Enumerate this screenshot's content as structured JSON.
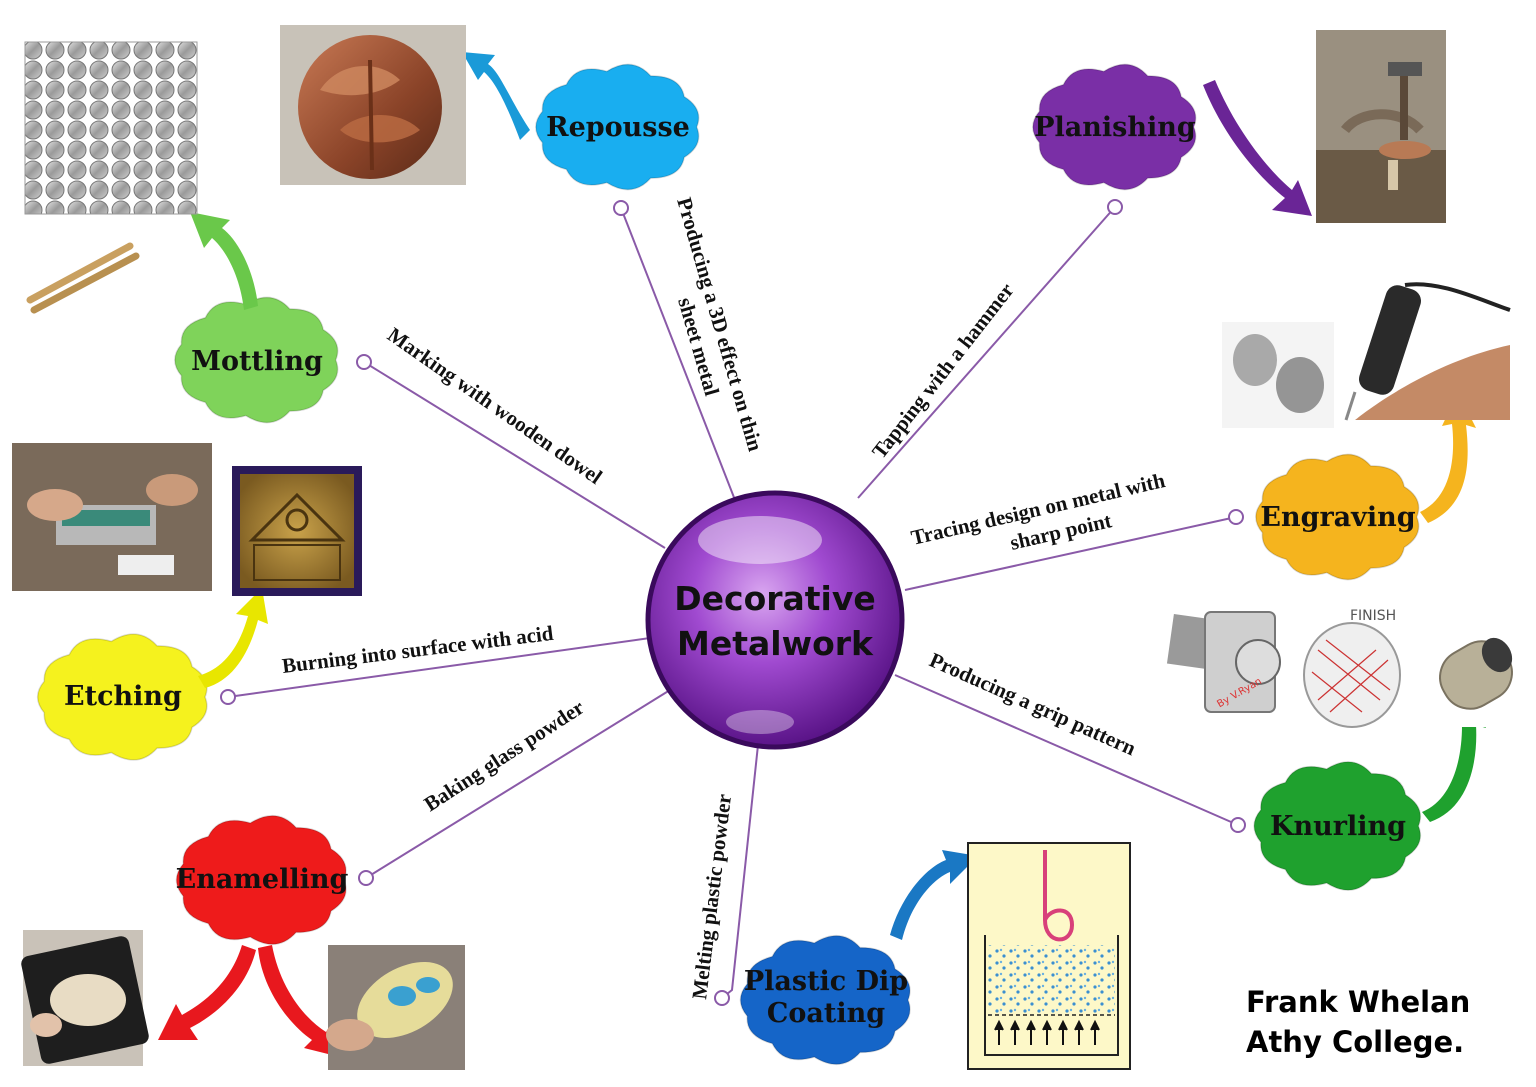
{
  "hub": {
    "line1": "Decorative",
    "line2": "Metalwork",
    "color": "#9b30c8"
  },
  "branches": [
    {
      "id": "repousse",
      "name": "Repousse",
      "desc": "Producing a 3D effect on thin",
      "desc2": "sheet metal",
      "color": "#19aef0",
      "arrow_color": "#1a9ad8"
    },
    {
      "id": "planishing",
      "name": "Planishing",
      "desc": "Tapping with a hammer",
      "color": "#7a2fa6",
      "arrow_color": "#6a2596"
    },
    {
      "id": "engraving",
      "name": "Engraving",
      "desc": "Tracing design on metal with",
      "desc2": "sharp point",
      "color": "#f5b41e",
      "arrow_color": "#f5b41e"
    },
    {
      "id": "knurling",
      "name": "Knurling",
      "desc": "Producing a grip pattern",
      "color": "#1fa12e",
      "arrow_color": "#1fa12e"
    },
    {
      "id": "plastic-dip",
      "name": "Plastic Dip",
      "name2": "Coating",
      "desc": "Melting plastic powder",
      "color": "#1565c8",
      "arrow_color": "#1a78c4"
    },
    {
      "id": "enamelling",
      "name": "Enamelling",
      "desc": "Baking glass powder",
      "color": "#ee1b1b",
      "arrow_color": "#e8181e"
    },
    {
      "id": "etching",
      "name": "Etching",
      "desc": "Burning into surface with acid",
      "color": "#f5f21e",
      "arrow_color": "#e8e600"
    },
    {
      "id": "mottling",
      "name": "Mottling",
      "desc": "Marking with wooden dowel",
      "color": "#7fd35a",
      "arrow_color": "#6ac84a"
    }
  ],
  "knurl_diagram_label": "FINISH",
  "knurl_diagram_brand": "By V.Ryan",
  "credit": {
    "line1": "Frank Whelan",
    "line2": "Athy College."
  },
  "line_color": "#8a5aa8"
}
